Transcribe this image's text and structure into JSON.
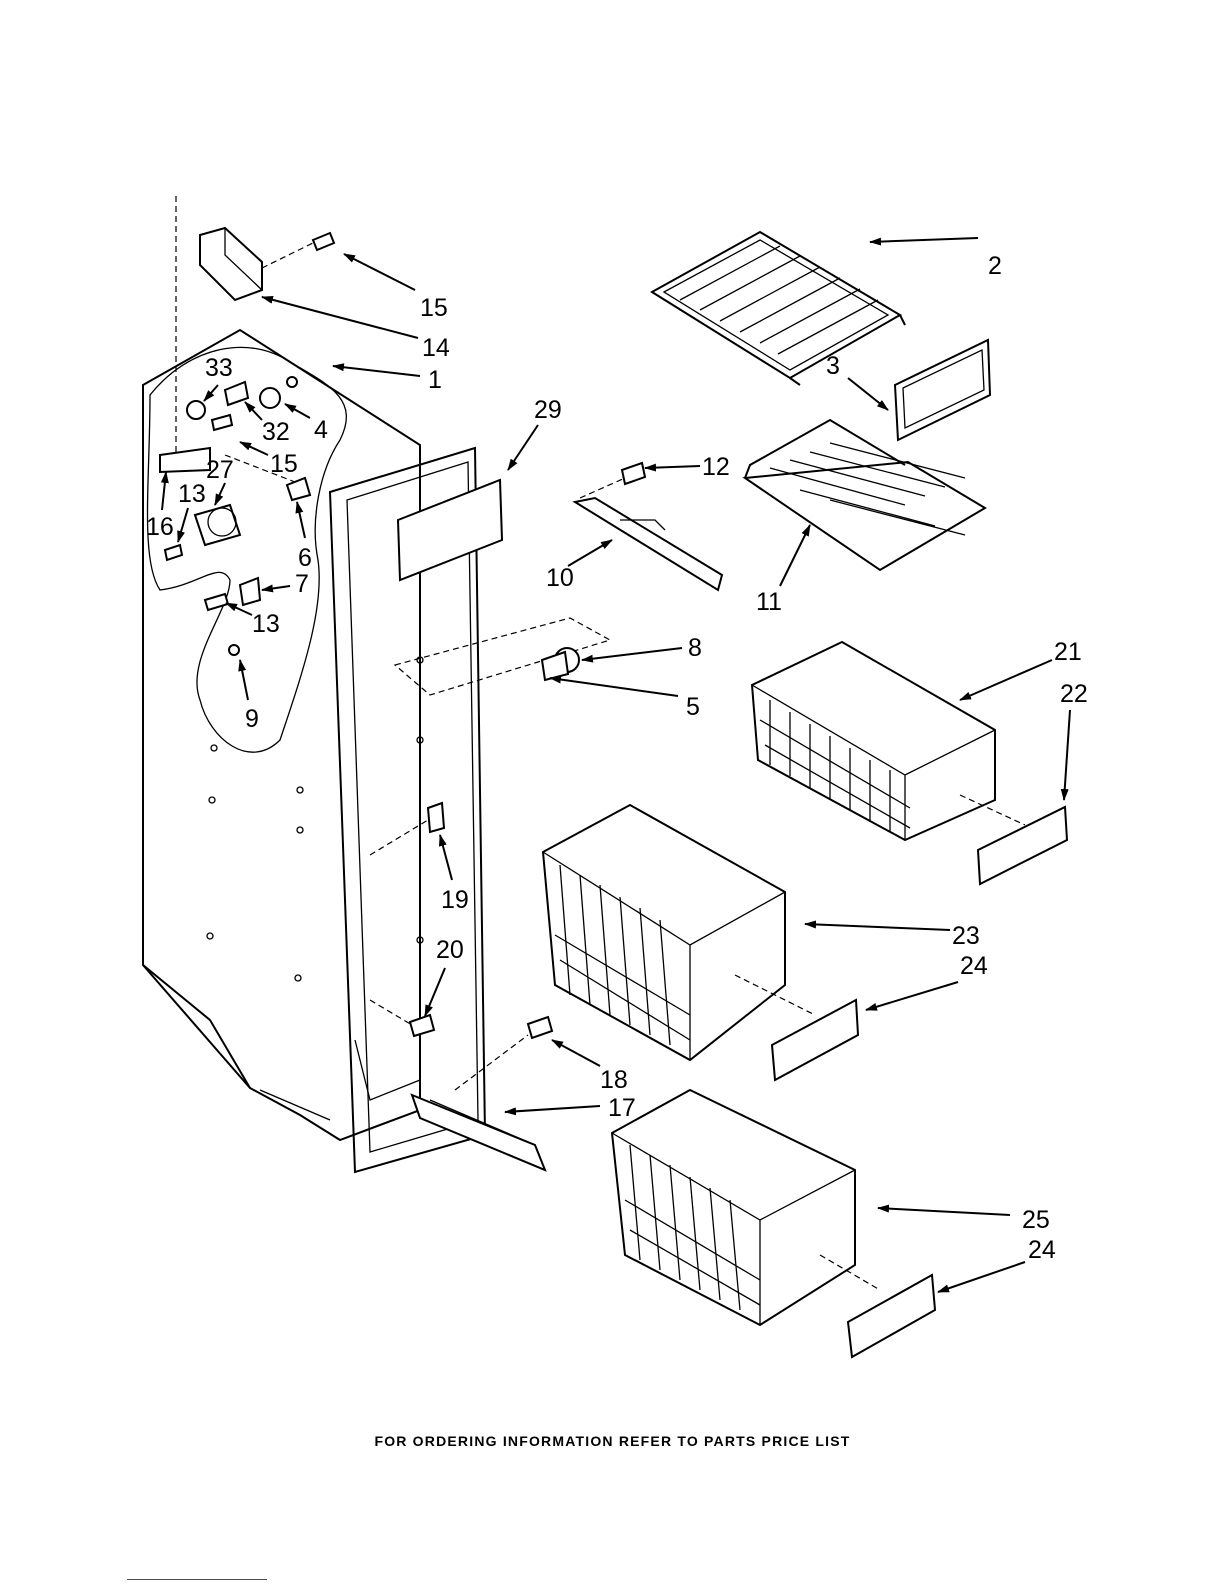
{
  "labels": [
    {
      "id": "15-top",
      "text": "15"
    },
    {
      "id": "14",
      "text": "14"
    },
    {
      "id": "1",
      "text": "1"
    },
    {
      "id": "33",
      "text": "33"
    },
    {
      "id": "32",
      "text": "32"
    },
    {
      "id": "4",
      "text": "4"
    },
    {
      "id": "15-mid",
      "text": "15"
    },
    {
      "id": "27",
      "text": "27"
    },
    {
      "id": "13-top",
      "text": "13"
    },
    {
      "id": "16",
      "text": "16"
    },
    {
      "id": "6",
      "text": "6"
    },
    {
      "id": "7",
      "text": "7"
    },
    {
      "id": "13-low",
      "text": "13"
    },
    {
      "id": "9",
      "text": "9"
    },
    {
      "id": "29",
      "text": "29"
    },
    {
      "id": "2",
      "text": "2"
    },
    {
      "id": "3",
      "text": "3"
    },
    {
      "id": "12",
      "text": "12"
    },
    {
      "id": "10",
      "text": "10"
    },
    {
      "id": "11",
      "text": "11"
    },
    {
      "id": "8",
      "text": "8"
    },
    {
      "id": "5",
      "text": "5"
    },
    {
      "id": "21",
      "text": "21"
    },
    {
      "id": "22",
      "text": "22"
    },
    {
      "id": "19",
      "text": "19"
    },
    {
      "id": "23",
      "text": "23"
    },
    {
      "id": "24-top",
      "text": "24"
    },
    {
      "id": "20",
      "text": "20"
    },
    {
      "id": "18",
      "text": "18"
    },
    {
      "id": "17",
      "text": "17"
    },
    {
      "id": "25",
      "text": "25"
    },
    {
      "id": "24-bottom",
      "text": "24"
    }
  ],
  "footer": "FOR ORDERING INFORMATION REFER TO PARTS PRICE LIST"
}
